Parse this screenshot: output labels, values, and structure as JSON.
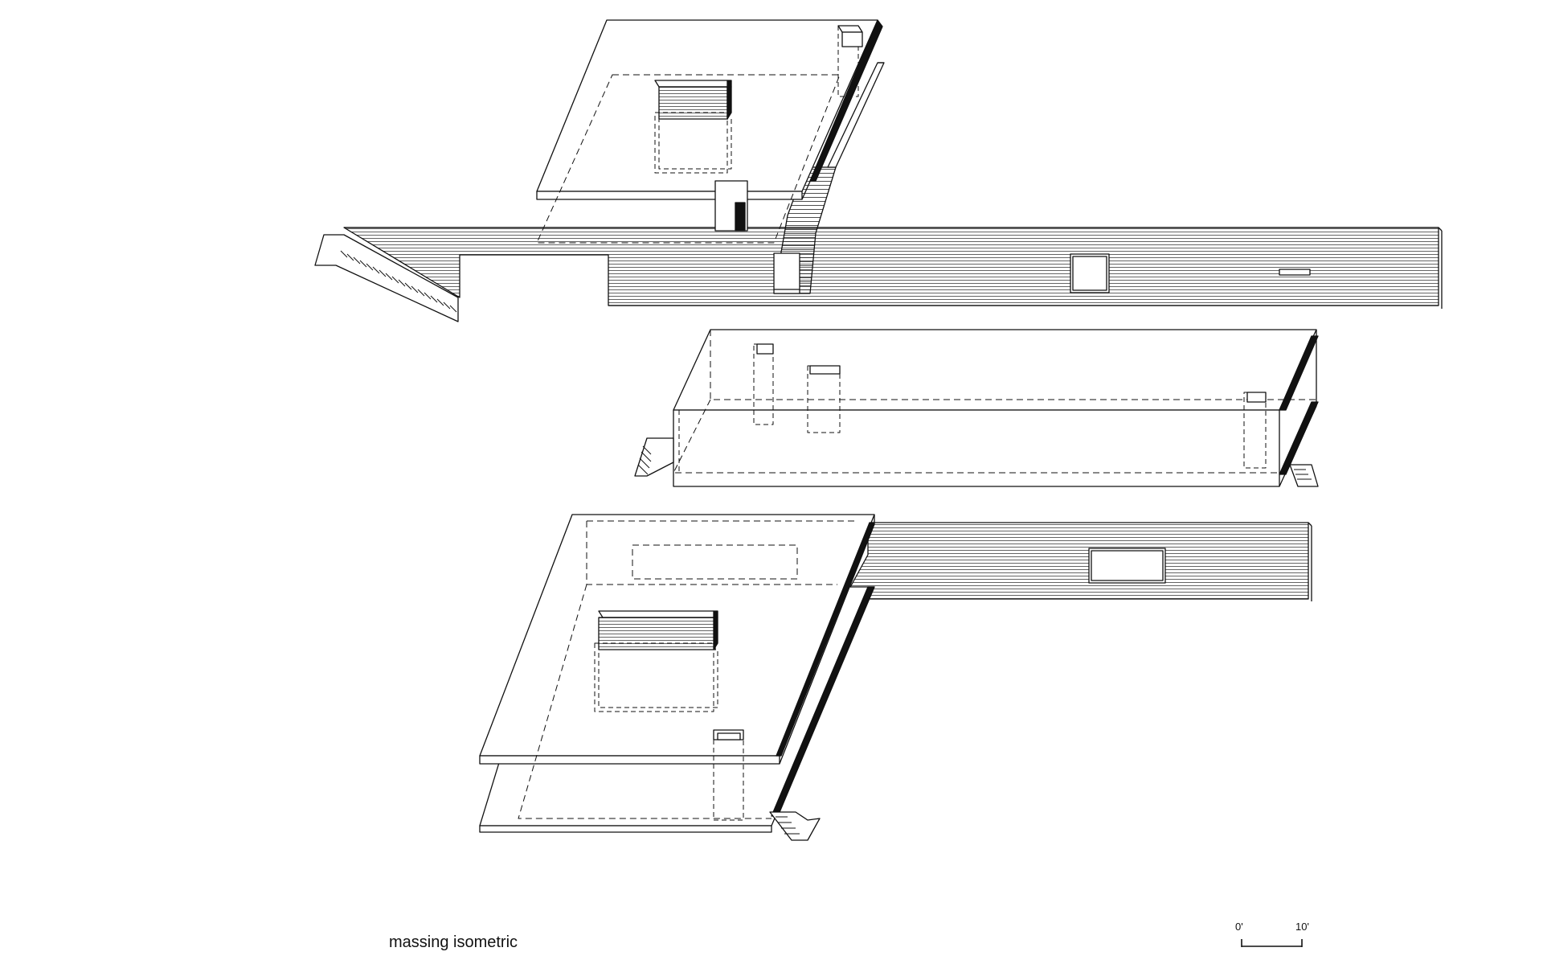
{
  "caption": "massing isometric",
  "scale_bar": {
    "start_label": "0'",
    "end_label": "10'"
  },
  "colors": {
    "ink": "#111111",
    "background": "#ffffff"
  }
}
